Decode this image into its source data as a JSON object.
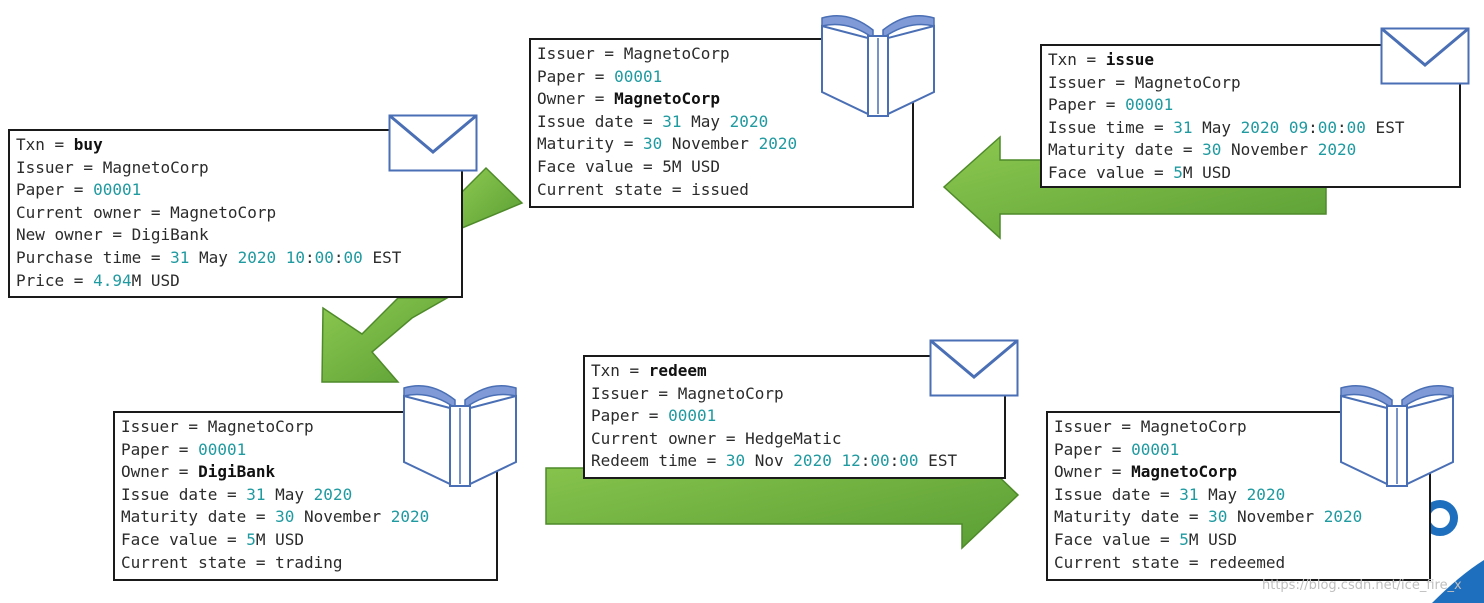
{
  "colors": {
    "arrow": "#6fb43f",
    "arrow_edge": "#4f8a2a",
    "number": "#1f9aa0",
    "icon_stroke": "#4a6fb5",
    "icon_fill": "#ffffff",
    "logo": "#1f6fbf"
  },
  "icons": {
    "envelope": "envelope-icon",
    "book": "book-icon"
  },
  "cards": [
    {
      "id": "state-issued",
      "lines": [
        [
          {
            "t": "Issuer = MagnetoCorp"
          }
        ],
        [
          {
            "t": "Paper = "
          },
          {
            "t": "00001",
            "n": true
          }
        ],
        [
          {
            "t": "Owner = "
          },
          {
            "t": "MagnetoCorp",
            "b": true
          }
        ],
        [
          {
            "t": "Issue date = "
          },
          {
            "t": "31",
            "n": true
          },
          {
            "t": " May "
          },
          {
            "t": "2020",
            "n": true
          }
        ],
        [
          {
            "t": "Maturity = "
          },
          {
            "t": "30",
            "n": true
          },
          {
            "t": " November "
          },
          {
            "t": "2020",
            "n": true
          }
        ],
        [
          {
            "t": "Face value = 5M USD"
          }
        ],
        [
          {
            "t": "Current state = issued"
          }
        ]
      ]
    },
    {
      "id": "txn-issue",
      "lines": [
        [
          {
            "t": "Txn = "
          },
          {
            "t": "issue",
            "b": true
          }
        ],
        [
          {
            "t": "Issuer = MagnetoCorp"
          }
        ],
        [
          {
            "t": "Paper = "
          },
          {
            "t": "00001",
            "n": true
          }
        ],
        [
          {
            "t": "Issue time = "
          },
          {
            "t": "31",
            "n": true
          },
          {
            "t": " May "
          },
          {
            "t": "2020 09",
            "n": true
          },
          {
            "t": ":"
          },
          {
            "t": "00",
            "n": true
          },
          {
            "t": ":"
          },
          {
            "t": "00",
            "n": true
          },
          {
            "t": " EST"
          }
        ],
        [
          {
            "t": "Maturity date = "
          },
          {
            "t": "30",
            "n": true
          },
          {
            "t": " November "
          },
          {
            "t": "2020",
            "n": true
          }
        ],
        [
          {
            "t": "Face value = "
          },
          {
            "t": "5",
            "n": true
          },
          {
            "t": "M USD"
          }
        ]
      ]
    },
    {
      "id": "txn-buy",
      "lines": [
        [
          {
            "t": "Txn = "
          },
          {
            "t": "buy",
            "b": true
          }
        ],
        [
          {
            "t": "Issuer = MagnetoCorp"
          }
        ],
        [
          {
            "t": "Paper = "
          },
          {
            "t": "00001",
            "n": true
          }
        ],
        [
          {
            "t": "Current owner = MagnetoCorp"
          }
        ],
        [
          {
            "t": "New owner = DigiBank"
          }
        ],
        [
          {
            "t": "Purchase time = "
          },
          {
            "t": "31",
            "n": true
          },
          {
            "t": " May "
          },
          {
            "t": "2020 10",
            "n": true
          },
          {
            "t": ":"
          },
          {
            "t": "00",
            "n": true
          },
          {
            "t": ":"
          },
          {
            "t": "00",
            "n": true
          },
          {
            "t": " EST"
          }
        ],
        [
          {
            "t": "Price = "
          },
          {
            "t": "4.94",
            "n": true
          },
          {
            "t": "M USD"
          }
        ]
      ]
    },
    {
      "id": "state-trading",
      "lines": [
        [
          {
            "t": "Issuer = MagnetoCorp"
          }
        ],
        [
          {
            "t": "Paper = "
          },
          {
            "t": "00001",
            "n": true
          }
        ],
        [
          {
            "t": "Owner = "
          },
          {
            "t": "DigiBank",
            "b": true
          }
        ],
        [
          {
            "t": "Issue date = "
          },
          {
            "t": "31",
            "n": true
          },
          {
            "t": " May "
          },
          {
            "t": "2020",
            "n": true
          }
        ],
        [
          {
            "t": "Maturity date = "
          },
          {
            "t": "30",
            "n": true
          },
          {
            "t": " November "
          },
          {
            "t": "2020",
            "n": true
          }
        ],
        [
          {
            "t": "Face value = "
          },
          {
            "t": "5",
            "n": true
          },
          {
            "t": "M USD"
          }
        ],
        [
          {
            "t": "Current state = trading"
          }
        ]
      ]
    },
    {
      "id": "txn-redeem",
      "lines": [
        [
          {
            "t": "Txn = "
          },
          {
            "t": "redeem",
            "b": true
          }
        ],
        [
          {
            "t": "Issuer = MagnetoCorp"
          }
        ],
        [
          {
            "t": "Paper = "
          },
          {
            "t": "00001",
            "n": true
          }
        ],
        [
          {
            "t": "Current owner = HedgeMatic"
          }
        ],
        [
          {
            "t": "Redeem time = "
          },
          {
            "t": "30",
            "n": true
          },
          {
            "t": " Nov "
          },
          {
            "t": "2020 12",
            "n": true
          },
          {
            "t": ":"
          },
          {
            "t": "00",
            "n": true
          },
          {
            "t": ":"
          },
          {
            "t": "00",
            "n": true
          },
          {
            "t": " EST"
          }
        ]
      ]
    },
    {
      "id": "state-redeemed",
      "lines": [
        [
          {
            "t": "Issuer = MagnetoCorp"
          }
        ],
        [
          {
            "t": "Paper = "
          },
          {
            "t": "00001",
            "n": true
          }
        ],
        [
          {
            "t": "Owner = "
          },
          {
            "t": "MagnetoCorp",
            "b": true
          }
        ],
        [
          {
            "t": "Issue date = "
          },
          {
            "t": "31",
            "n": true
          },
          {
            "t": " May "
          },
          {
            "t": "2020",
            "n": true
          }
        ],
        [
          {
            "t": "Maturity date = "
          },
          {
            "t": "30",
            "n": true
          },
          {
            "t": " November "
          },
          {
            "t": "2020",
            "n": true
          }
        ],
        [
          {
            "t": "Face value = "
          },
          {
            "t": "5",
            "n": true
          },
          {
            "t": "M USD"
          }
        ],
        [
          {
            "t": "Current state = redeemed"
          }
        ]
      ]
    }
  ],
  "watermark": "https://blog.csdn.net/ice_fire_x"
}
